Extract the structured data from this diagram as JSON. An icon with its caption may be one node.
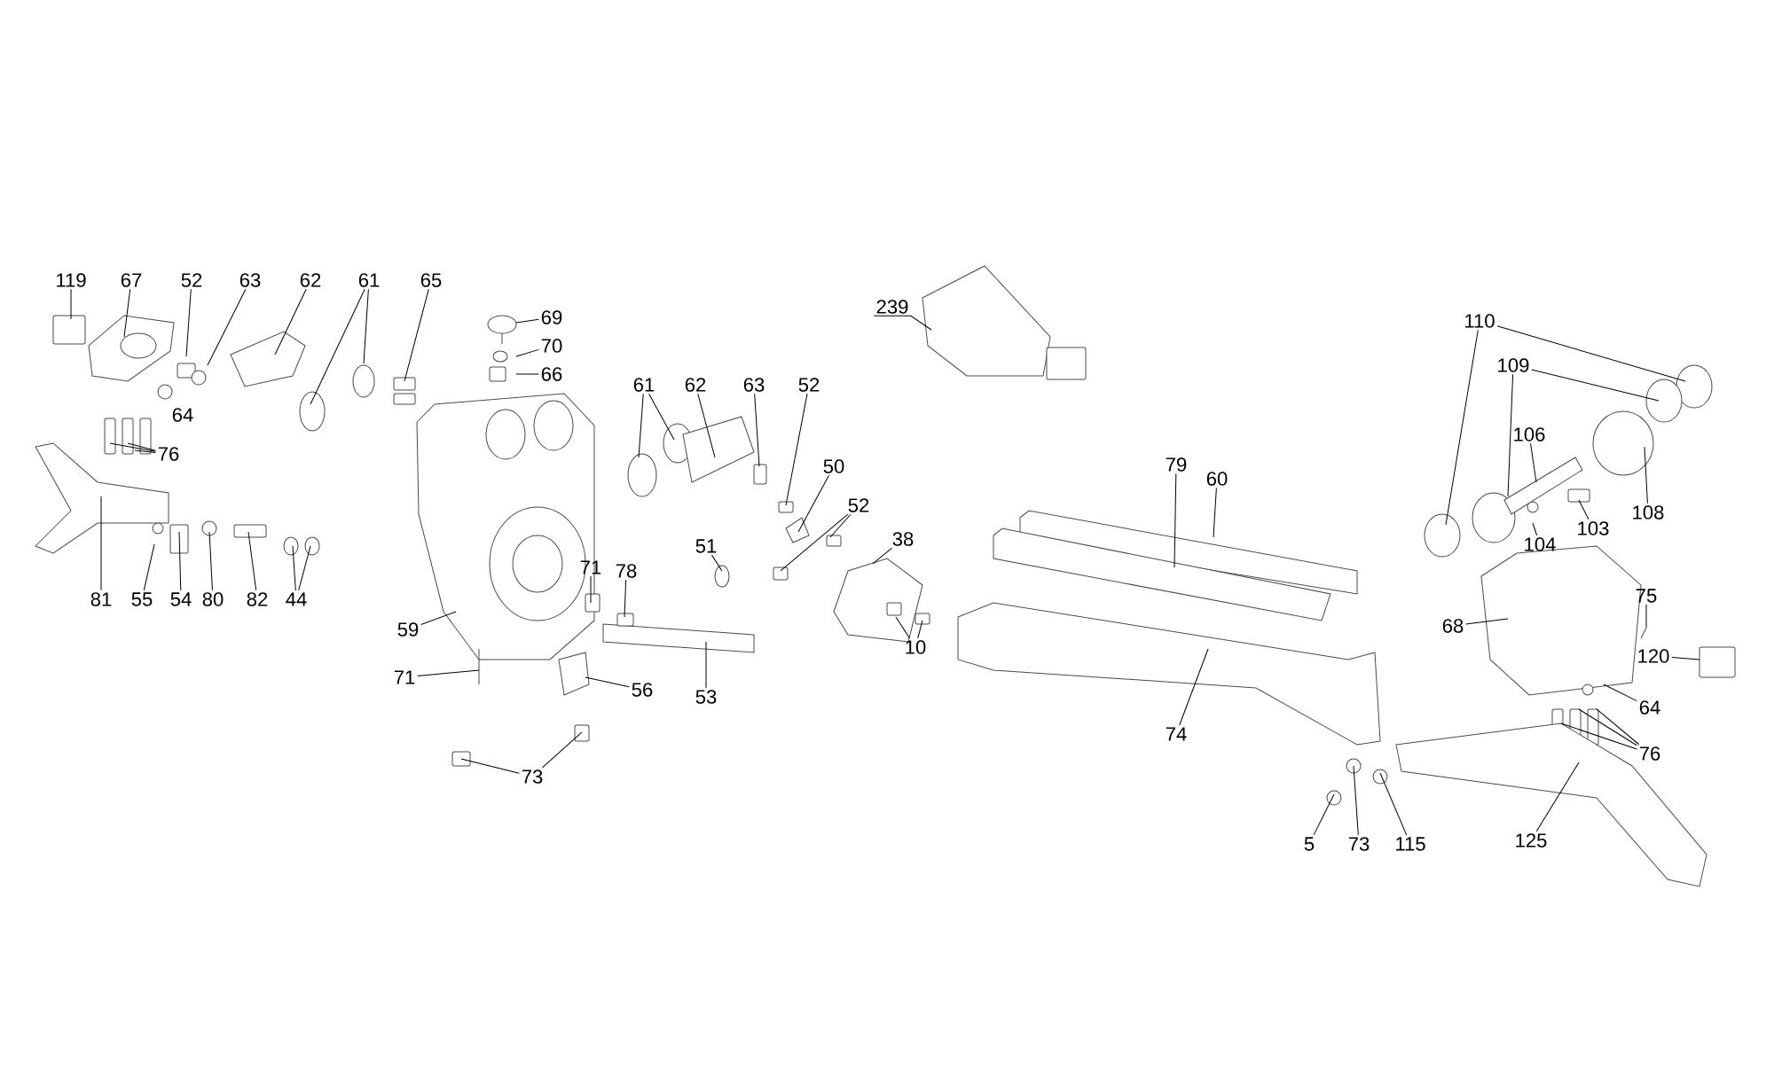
{
  "diagram": {
    "nodes": [
      {
        "text": [
          "119"
        ]
      },
      {
        "text": [
          "67"
        ]
      },
      {
        "text": [
          "52"
        ]
      },
      {
        "text": [
          "63"
        ]
      },
      {
        "text": [
          "62"
        ]
      },
      {
        "text": [
          "61"
        ]
      },
      {
        "text": [
          "65"
        ]
      },
      {
        "text": [
          "69"
        ]
      },
      {
        "text": [
          "70"
        ]
      },
      {
        "text": [
          "66"
        ]
      },
      {
        "text": [
          "76"
        ]
      },
      {
        "text": [
          "81"
        ]
      },
      {
        "text": [
          "55"
        ]
      },
      {
        "text": [
          "54"
        ]
      },
      {
        "text": [
          "80"
        ]
      },
      {
        "text": [
          "82"
        ]
      },
      {
        "text": [
          "44"
        ]
      },
      {
        "text": [
          "59"
        ]
      },
      {
        "text": [
          "71"
        ]
      },
      {
        "text": [
          "73"
        ]
      },
      {
        "text": [
          "61"
        ]
      },
      {
        "text": [
          "62"
        ]
      },
      {
        "text": [
          "63"
        ]
      },
      {
        "text": [
          "52"
        ]
      },
      {
        "text": [
          "50"
        ]
      },
      {
        "text": [
          "52"
        ]
      },
      {
        "text": [
          "38"
        ]
      },
      {
        "text": [
          "51"
        ]
      },
      {
        "text": [
          "71"
        ]
      },
      {
        "text": [
          "78"
        ]
      },
      {
        "text": [
          "10"
        ]
      },
      {
        "text": [
          "56"
        ]
      },
      {
        "text": [
          "53"
        ]
      },
      {
        "text": [
          "239"
        ]
      },
      {
        "text": [
          "79"
        ]
      },
      {
        "text": [
          "60"
        ]
      },
      {
        "text": [
          "74"
        ]
      },
      {
        "text": [
          "5"
        ]
      },
      {
        "text": [
          "73"
        ]
      },
      {
        "text": [
          "115"
        ]
      },
      {
        "text": [
          "110"
        ]
      },
      {
        "text": [
          "109"
        ]
      },
      {
        "text": [
          "106"
        ]
      },
      {
        "text": [
          "108"
        ]
      },
      {
        "text": [
          "103"
        ]
      },
      {
        "text": [
          "104"
        ]
      },
      {
        "text": [
          "75"
        ]
      },
      {
        "text": [
          "68"
        ]
      },
      {
        "text": [
          "120"
        ]
      },
      {
        "text": [
          "64"
        ]
      },
      {
        "text": [
          "76"
        ]
      },
      {
        "text": [
          "125"
        ]
      }
    ],
    "edges": [
      {
        "from": 0,
        "to": null,
        "arrow": "none"
      },
      {
        "from": 1,
        "to": null,
        "arrow": "none"
      },
      {
        "from": 2,
        "to": null,
        "arrow": "none"
      },
      {
        "from": 3,
        "to": null,
        "arrow": "none"
      },
      {
        "from": 4,
        "to": null,
        "arrow": "none"
      },
      {
        "from": 5,
        "to": null,
        "arrow": "none"
      },
      {
        "from": 5,
        "to": null,
        "arrow": "none"
      },
      {
        "from": 6,
        "to": null,
        "arrow": "none"
      },
      {
        "from": 7,
        "to": null,
        "arrow": "none"
      },
      {
        "from": 8,
        "to": null,
        "arrow": "none"
      },
      {
        "from": 9,
        "to": null,
        "arrow": "none"
      },
      {
        "from": 10,
        "to": null,
        "arrow": "none"
      },
      {
        "from": 10,
        "to": null,
        "arrow": "none"
      },
      {
        "from": 10,
        "to": null,
        "arrow": "none"
      },
      {
        "from": 11,
        "to": null,
        "arrow": "none"
      },
      {
        "from": 12,
        "to": null,
        "arrow": "none"
      },
      {
        "from": 13,
        "to": null,
        "arrow": "none"
      },
      {
        "from": 14,
        "to": null,
        "arrow": "none"
      },
      {
        "from": 15,
        "to": null,
        "arrow": "none"
      },
      {
        "from": 16,
        "to": null,
        "arrow": "none"
      },
      {
        "from": 16,
        "to": null,
        "arrow": "none"
      },
      {
        "from": 17,
        "to": null,
        "arrow": "none"
      },
      {
        "from": 18,
        "to": null,
        "arrow": "none"
      },
      {
        "from": 19,
        "to": null,
        "arrow": "none"
      },
      {
        "from": 19,
        "to": null,
        "arrow": "none"
      },
      {
        "from": 20,
        "to": null,
        "arrow": "none"
      },
      {
        "from": 20,
        "to": null,
        "arrow": "none"
      },
      {
        "from": 21,
        "to": null,
        "arrow": "none"
      },
      {
        "from": 22,
        "to": null,
        "arrow": "none"
      },
      {
        "from": 23,
        "to": null,
        "arrow": "none"
      },
      {
        "from": 24,
        "to": null,
        "arrow": "none"
      },
      {
        "from": 25,
        "to": null,
        "arrow": "none"
      },
      {
        "from": 25,
        "to": null,
        "arrow": "none"
      },
      {
        "from": 26,
        "to": null,
        "arrow": "none"
      },
      {
        "from": 27,
        "to": null,
        "arrow": "none"
      },
      {
        "from": 28,
        "to": null,
        "arrow": "none"
      },
      {
        "from": 29,
        "to": null,
        "arrow": "none"
      },
      {
        "from": 30,
        "to": null,
        "arrow": "none"
      },
      {
        "from": 30,
        "to": null,
        "arrow": "none"
      },
      {
        "from": 31,
        "to": null,
        "arrow": "none"
      },
      {
        "from": 32,
        "to": null,
        "arrow": "none"
      },
      {
        "from": 33,
        "to": null,
        "arrow": "none"
      },
      {
        "from": 34,
        "to": null,
        "arrow": "none"
      },
      {
        "from": 35,
        "to": null,
        "arrow": "none"
      },
      {
        "from": 36,
        "to": null,
        "arrow": "none"
      },
      {
        "from": 37,
        "to": null,
        "arrow": "none"
      },
      {
        "from": 38,
        "to": null,
        "arrow": "none"
      },
      {
        "from": 39,
        "to": null,
        "arrow": "none"
      },
      {
        "from": 40,
        "to": null,
        "arrow": "none"
      },
      {
        "from": 40,
        "to": null,
        "arrow": "none"
      },
      {
        "from": 41,
        "to": null,
        "arrow": "none"
      },
      {
        "from": 41,
        "to": null,
        "arrow": "none"
      },
      {
        "from": 42,
        "to": null,
        "arrow": "none"
      },
      {
        "from": 43,
        "to": null,
        "arrow": "none"
      },
      {
        "from": 44,
        "to": null,
        "arrow": "none"
      },
      {
        "from": 45,
        "to": null,
        "arrow": "none"
      },
      {
        "from": 46,
        "to": null,
        "arrow": "none"
      },
      {
        "from": 47,
        "to": null,
        "arrow": "none"
      },
      {
        "from": 48,
        "to": null,
        "arrow": "none"
      },
      {
        "from": 49,
        "to": null,
        "arrow": "none"
      },
      {
        "from": 50,
        "to": null,
        "arrow": "none"
      },
      {
        "from": 50,
        "to": null,
        "arrow": "none"
      },
      {
        "from": 50,
        "to": null,
        "arrow": "none"
      },
      {
        "from": 51,
        "to": null,
        "arrow": "none"
      }
    ],
    "labels": [
      "64"
    ]
  }
}
